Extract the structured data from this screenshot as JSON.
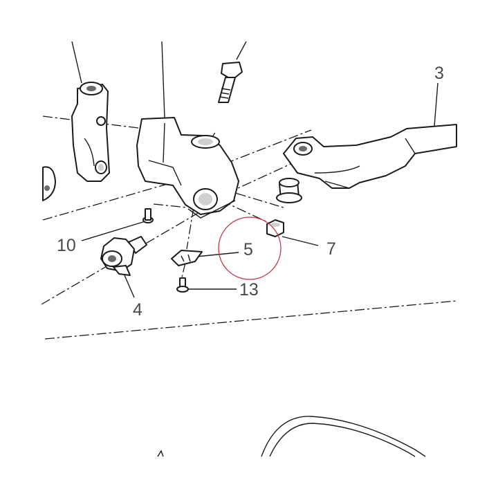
{
  "diagram": {
    "callouts": [
      {
        "id": "3",
        "text": "3"
      },
      {
        "id": "4",
        "text": "4"
      },
      {
        "id": "5",
        "text": "5"
      },
      {
        "id": "7",
        "text": "7"
      },
      {
        "id": "10",
        "text": "10"
      },
      {
        "id": "13",
        "text": "13"
      }
    ],
    "colors": {
      "line": "#1a1a1a",
      "callout_text": "#4a4a4a",
      "highlight_circle": "#c0394b",
      "background": "#ffffff"
    }
  }
}
